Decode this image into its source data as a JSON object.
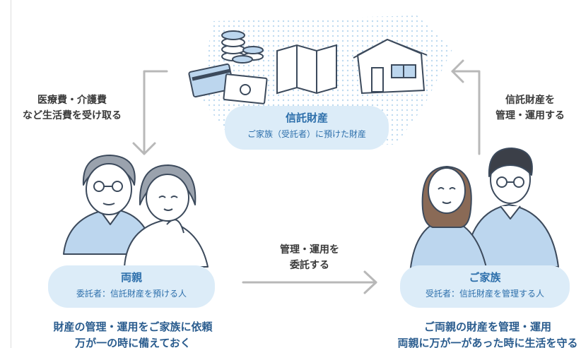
{
  "trust_property": {
    "title": "信託財産",
    "subtitle": "ご家族（受託者）に預けた財産"
  },
  "left_arrow_label": [
    "医療費・介護費",
    "など生活費を受け取る"
  ],
  "right_arrow_label": [
    "信託財産を",
    "管理・運用する"
  ],
  "middle_arrow_label": [
    "管理・運用を",
    "委託する"
  ],
  "parents": {
    "title": "両親",
    "subtitle": "委託者：信託財産を預ける人",
    "description": [
      "財産の管理・運用をご家族に依頼",
      "万が一の時に備えておく"
    ]
  },
  "family": {
    "title": "ご家族",
    "subtitle": "受託者：信託財産を管理する人",
    "description": [
      "ご両親の財産を管理・運用",
      "両親に万が一があった時に生活を守る"
    ]
  },
  "colors": {
    "accent_blue": "#2d6fab",
    "pill_bg": "#dcecf8",
    "arrow_gray": "#b8b8b8",
    "line_dark": "#3c4a5c",
    "shirt_blue": "#bcd6ee",
    "hair_gray": "#9aa2ad",
    "hair_brown": "#8a6a56",
    "hair_dark": "#3b3f48"
  },
  "icons": [
    "coins-icon",
    "cash-card-icon",
    "map-icon",
    "house-icon"
  ]
}
